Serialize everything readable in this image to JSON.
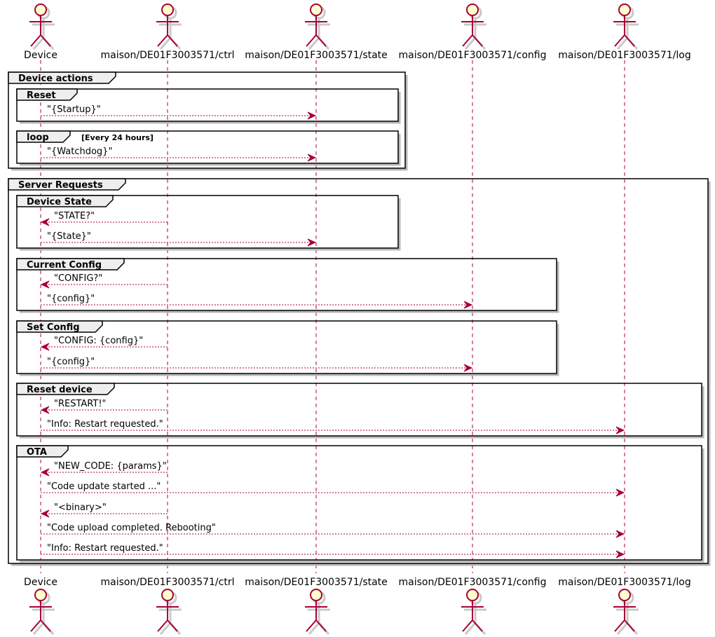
{
  "participants": [
    {
      "name": "Device"
    },
    {
      "name": "maison/DE01F3003571/ctrl"
    },
    {
      "name": "maison/DE01F3003571/state"
    },
    {
      "name": "maison/DE01F3003571/config"
    },
    {
      "name": "maison/DE01F3003571/log"
    }
  ],
  "frames": [
    {
      "title": "Device actions",
      "condition": ""
    },
    {
      "title": "Reset",
      "condition": ""
    },
    {
      "title": "loop",
      "condition": "[Every 24 hours]"
    },
    {
      "title": "Server Requests",
      "condition": ""
    },
    {
      "title": "Device State",
      "condition": ""
    },
    {
      "title": "Current Config",
      "condition": ""
    },
    {
      "title": "Set Config",
      "condition": ""
    },
    {
      "title": "Reset device",
      "condition": ""
    },
    {
      "title": "OTA",
      "condition": ""
    }
  ],
  "messages": [
    {
      "from": 0,
      "to": 2,
      "label": "\"{Startup}\""
    },
    {
      "from": 0,
      "to": 2,
      "label": "\"{Watchdog}\""
    },
    {
      "from": 1,
      "to": 0,
      "label": "\"STATE?\""
    },
    {
      "from": 0,
      "to": 2,
      "label": "\"{State}\""
    },
    {
      "from": 1,
      "to": 0,
      "label": "\"CONFIG?\""
    },
    {
      "from": 0,
      "to": 3,
      "label": "\"{config}\""
    },
    {
      "from": 1,
      "to": 0,
      "label": "\"CONFIG: {config}\""
    },
    {
      "from": 0,
      "to": 3,
      "label": "\"{config}\""
    },
    {
      "from": 1,
      "to": 0,
      "label": "\"RESTART!\""
    },
    {
      "from": 0,
      "to": 4,
      "label": "\"Info: Restart requested.\""
    },
    {
      "from": 1,
      "to": 0,
      "label": "\"NEW_CODE: {params}\""
    },
    {
      "from": 0,
      "to": 4,
      "label": "\"Code update started ...\""
    },
    {
      "from": 1,
      "to": 0,
      "label": "\"<binary>\""
    },
    {
      "from": 0,
      "to": 4,
      "label": "\"Code upload completed. Rebooting\""
    },
    {
      "from": 0,
      "to": 4,
      "label": "\"Info: Restart requested.\""
    }
  ],
  "colors": {
    "line": "#A80036",
    "actor_fill": "#FEFECE",
    "frame_tab": "#EEEEEE"
  }
}
